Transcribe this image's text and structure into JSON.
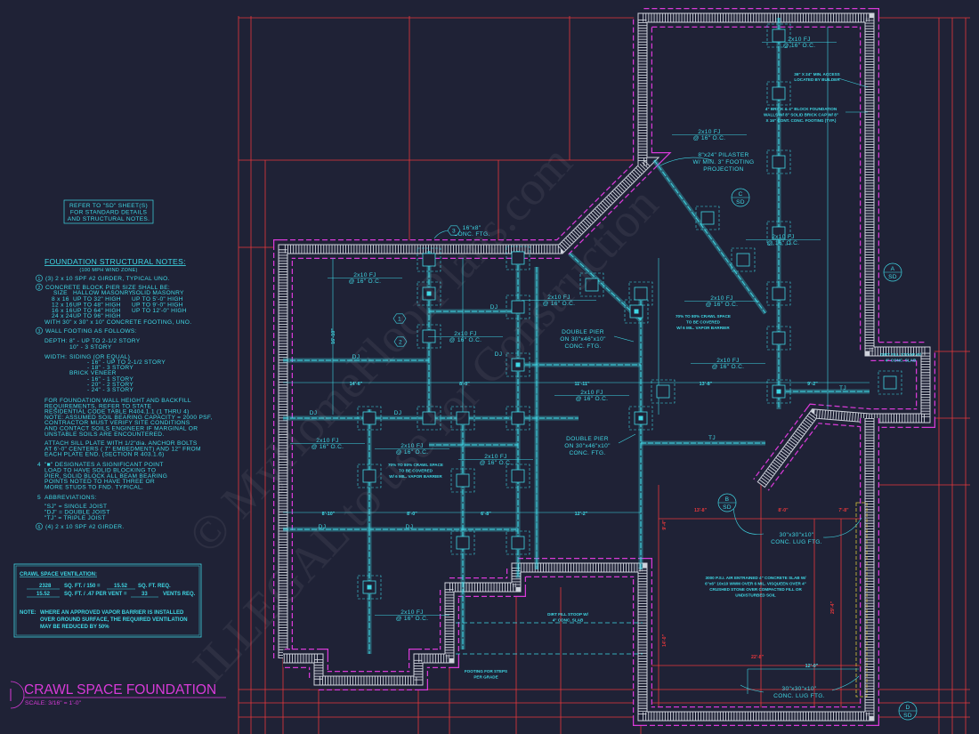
{
  "drawing": {
    "title": "CRAWL SPACE FOUNDATION",
    "scale": "SCALE:  3/16\" = 1'-0\"",
    "refer_note": [
      "REFER TO \"SD\" SHEET(S)",
      "FOR STANDARD DETAILS",
      "AND STRUCTURAL NOTES."
    ],
    "colors": {
      "background": "#1f2236",
      "cyan": "#3fd7e4",
      "red": "#e8383c",
      "magenta": "#d83ad8",
      "wall": "#cfd3dc",
      "yellow": "#d8c23a"
    }
  },
  "notes": {
    "title": "FOUNDATION STRUCTURAL NOTES:",
    "subtitle": "(100 MPH WIND ZONE)",
    "n1": "(3) 2 x 10 SPF #2 GIRDER, TYPICAL UNO.",
    "n2": "CONCRETE BLOCK PIER SIZE SHALL BE:",
    "pier_table": {
      "headers": [
        "SIZE",
        "HALLOW MASONRY",
        "SOLID MASONRY"
      ],
      "rows": [
        [
          "8 x 16",
          "UP TO 32\" HIGH",
          "UP TO 5'-0\" HIGH"
        ],
        [
          "12 x 16",
          "UP TO 48\" HIGH",
          "UP TO 9'-0\" HIGH"
        ],
        [
          "16 x 16",
          "UP TO 64\" HIGH",
          "UP TO 12'-0\" HIGH"
        ],
        [
          "24 x 24",
          "UP TO 96\" HIGH",
          ""
        ]
      ]
    },
    "n2_footing": "WITH 30\" x 30\" x 10\" CONCRETE FOOTING, UNO.",
    "n3": "WALL FOOTING AS FOLLOWS:",
    "depth_label": "DEPTH:",
    "depth": [
      "8\" - UP TO 2-1/2 STORY",
      "10\" - 3 STORY"
    ],
    "width_label": "WIDTH:",
    "width": [
      "SIDING (OR EQUAL)",
      "- 16\" - UP TO 2-1/2 STORY",
      "- 18\" - 3 STORY",
      "BRICK VENEER",
      "- 16\" - 1 STORY",
      "- 20\" - 2 STORY",
      "- 24\" - 3 STORY"
    ],
    "para1": [
      "FOR FOUNDATION WALL HEIGHT AND BACKFILL",
      "REQUIREMENTS, REFER TO STATE",
      "RESIDENTIAL CODE TABLE R404.1.1 (1 THRU 4)",
      "NOTE: ASSUMED SOIL BEARING CAPACITY = 2000 PSF,",
      "CONTRACTOR MUST VERIFY SITE CONDITIONS",
      "AND CONTACT SOILS ENGINEER IF MARGINAL OR",
      "UNSTABLE SOILS ARE ENCOUNTERED."
    ],
    "para2": [
      "ATTACH SILL PLATE WITH 1/2\"dia. ANCHOR BOLTS",
      "AT 6'-0\" CENTERS ( 7\" EMBEDMENT) AND 12\" FROM",
      "EACH PLATE END. (SECTION R 403.1.6)"
    ],
    "n4_num": "4",
    "n4": [
      "\"■\" DESIGNATES A SIGNIFICANT POINT",
      "LOAD TO HAVE SOLID BLOCKING TO",
      "PIER, SOLID BLOCK ALL BEAM BEARING",
      "POINTS NOTED TO HAVE THREE OR",
      "MORE STUDS TO FND. TYPICAL."
    ],
    "n5_num": "5",
    "n5": "ABBREVIATIONS:",
    "abbr": [
      "\"SJ\" = SINGLE JOIST",
      "\"DJ\" = DOUBLE JOIST",
      "\"TJ\" = TRIPLE JOIST"
    ],
    "n6": "(4) 2 x 10 SPF #2 GIRDER.",
    "markers": [
      "1",
      "2",
      "3",
      "6"
    ]
  },
  "ventilation": {
    "title": "CRAWL SPACE VENTILATION:",
    "area": "2328",
    "row1_text": "SQ. FT. / 150 =",
    "sqft_req": "15.52",
    "row1_unit": "SQ. FT. REQ.",
    "row2_value": "15.52",
    "row2_text": "SQ. FT. / .47 PER VENT =",
    "vents": "33",
    "row2_unit": "VENTS REQ.",
    "note_label": "NOTE:",
    "note": [
      "WHERE AN APPROVED VAPOR BARRIER IS INSTALLED",
      "OVER GROUND SURFACE, THE REQUIRED VENTILATION",
      "MAY BE REDUCED BY 50%"
    ]
  },
  "plan": {
    "joist": [
      "2x10 FJ",
      "@ 16\" O.C."
    ],
    "dj": "DJ",
    "tj": "TJ",
    "ftg_16x8": [
      "16\"x8\"",
      "CONC. FTG."
    ],
    "double_pier": [
      "DOUBLE PIER",
      "ON 30\"x46\"x10\"",
      "CONC. FTG."
    ],
    "pilaster": [
      "8\"x24\" PILASTER",
      "W/ MIN. 3\" FOOTING",
      "PROJECTION"
    ],
    "access": [
      "36\" X 24\" MIN. ACCESS",
      "LOCATED BY BUILDER"
    ],
    "brick_wall": [
      "4\" BRICK & 4\" BLOCK FOUNDATION",
      "WALLS W/ 8\" SOLID BRICK CAP W/ 8\"",
      "X 16\" CONT. CONC. FOOTING (TYP.)"
    ],
    "vapor": [
      "70% TO 80% CRAWL SPACE",
      "TO BE COVERED",
      "W/ 6 MIL. VAPOR BARRIER"
    ],
    "stoop": [
      "DIRT FILL STOOP W/",
      "4\" CONC. SLAB"
    ],
    "slab": [
      "3000 P.S.I. AIR ENTRAINED 4\" CONCRETE SLAB W/",
      "6\"x6\" 10x10 WWM OVER 6 MIL. VISQUEEN OVER 4\"",
      "CRUSHED STONE OVER COMPACTED FILL OR",
      "UNDISTURBED SOIL"
    ],
    "lug_ftg": [
      "30\"x30\"x10\"",
      "CONC. LUG FTG."
    ],
    "steps": [
      "FOOTING FOR STEPS",
      "PER GRADE"
    ],
    "sections": [
      {
        "letter": "C",
        "sheet": "SD"
      },
      {
        "letter": "A",
        "sheet": "SD"
      },
      {
        "letter": "B",
        "sheet": "SD"
      },
      {
        "letter": "D",
        "sheet": "SD"
      }
    ],
    "dims_cyan": [
      "16'-10\"",
      "14'-6\"",
      "8'-0\"",
      "11'-11\"",
      "13'-8\"",
      "9'-2\"",
      "8'-10\"",
      "8'-0\"",
      "6'-8\"",
      "12'-2\"",
      "12'-0\""
    ],
    "dims_red": [
      "13'-8\"",
      "8'-0\"",
      "7'-8\"",
      "22'-8\"",
      "29'-4\"",
      "14'-0\"",
      "9'-4\""
    ]
  },
  "watermark": [
    "© MyHomeFloorPlans.com",
    "ILLEGAL to use for Construction"
  ]
}
